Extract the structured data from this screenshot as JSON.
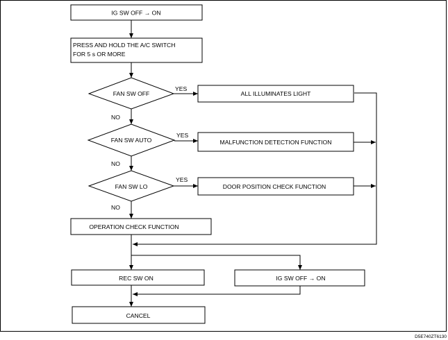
{
  "flowchart": {
    "start_box": "IG SW OFF → ON",
    "press_box": {
      "line1": "PRESS AND HOLD THE A/C SWITCH",
      "line2": "FOR 5 s OR MORE"
    },
    "decisions": [
      {
        "label": "FAN SW OFF",
        "yes_label": "YES",
        "no_label": "NO",
        "result": "ALL ILLUMINATES LIGHT"
      },
      {
        "label": "FAN SW AUTO",
        "yes_label": "YES",
        "no_label": "NO",
        "result": "MALFUNCTION DETECTION FUNCTION"
      },
      {
        "label": "FAN SW LO",
        "yes_label": "YES",
        "no_label": "NO",
        "result": "DOOR POSITION CHECK FUNCTION"
      }
    ],
    "operation_box": "OPERATION CHECK FUNCTION",
    "rec_box": "REC SW ON",
    "ig_box": "IG SW OFF → ON",
    "cancel_box": "CANCEL"
  },
  "figure_code": "D5E740ZT6130"
}
